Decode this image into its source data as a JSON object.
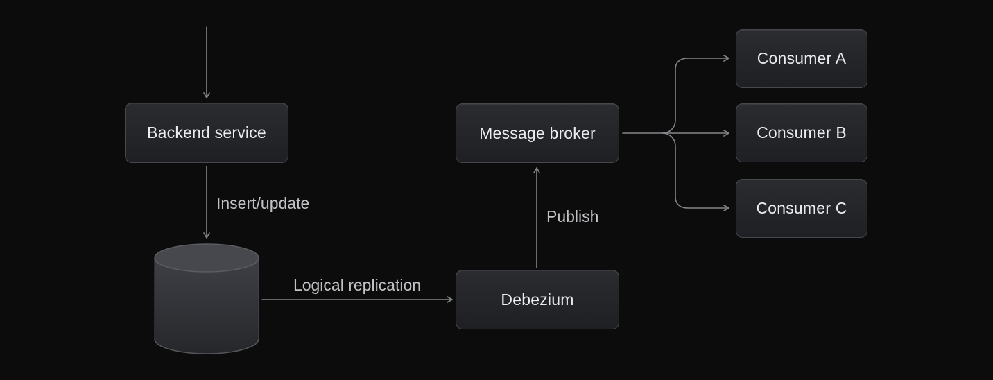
{
  "colors": {
    "background": "#0c0c0d",
    "node_background_top": "#2b2c30",
    "node_background_bottom": "#1f2024",
    "node_border": "#47484e",
    "node_text": "#ebecee",
    "edge_line": "#85868a",
    "edge_label_text": "#c2c3c6",
    "cylinder_body_top": "#3e4045",
    "cylinder_body_bottom": "#26272b",
    "cylinder_top_face": "#46484e"
  },
  "nodes": [
    {
      "id": "backend-service",
      "label": "Backend service"
    },
    {
      "id": "message-broker",
      "label": "Message broker"
    },
    {
      "id": "debezium",
      "label": "Debezium"
    },
    {
      "id": "consumer-a",
      "label": "Consumer A"
    },
    {
      "id": "consumer-b",
      "label": "Consumer B"
    },
    {
      "id": "consumer-c",
      "label": "Consumer C"
    }
  ],
  "edge_labels": {
    "insert_update": "Insert/update",
    "logical_replication": "Logical replication",
    "publish": "Publish"
  },
  "icons": {
    "database": "database-cylinder-icon"
  }
}
